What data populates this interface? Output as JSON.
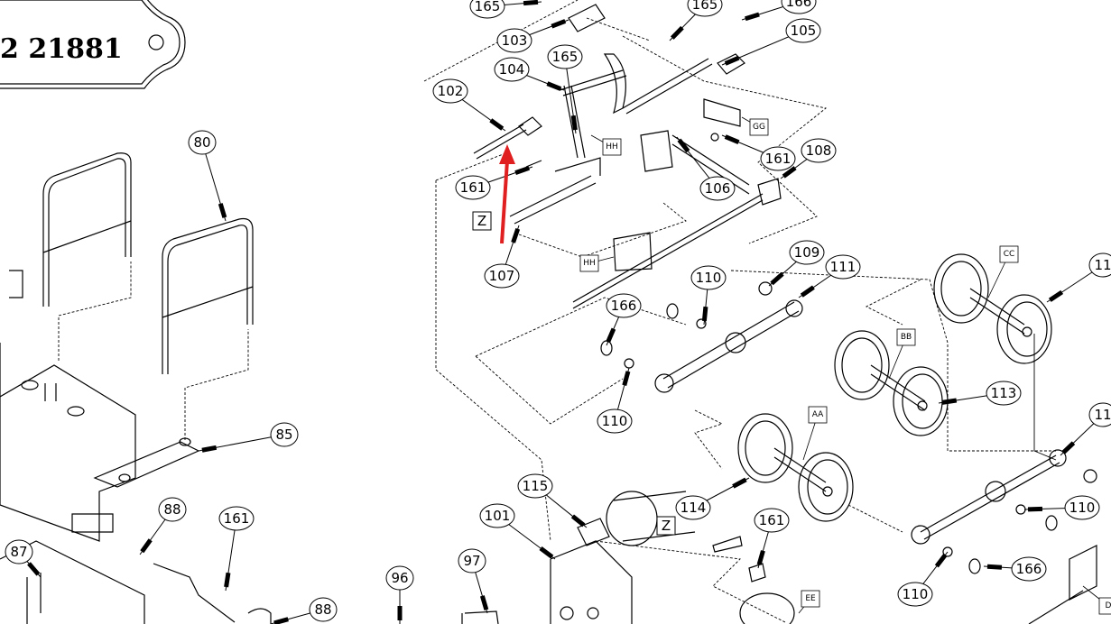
{
  "plate": {
    "text": "2 21881"
  },
  "callouts": [
    "165",
    "103",
    "165",
    "166",
    "105",
    "104",
    "165",
    "102",
    "161",
    "108",
    "106",
    "161",
    "107",
    "109",
    "110",
    "111",
    "166",
    "11",
    "113",
    "110",
    "11",
    "114",
    "115",
    "101",
    "161",
    "110",
    "166",
    "110",
    "97",
    "96",
    "88",
    "87",
    "88",
    "161",
    "85",
    "80"
  ],
  "boxes": [
    "HH",
    "GG",
    "HH",
    "CC",
    "BB",
    "AA",
    "EE",
    "D"
  ],
  "z_labels": [
    "Z",
    "Z"
  ],
  "annotation": {
    "arrow_color": "#e02020"
  }
}
